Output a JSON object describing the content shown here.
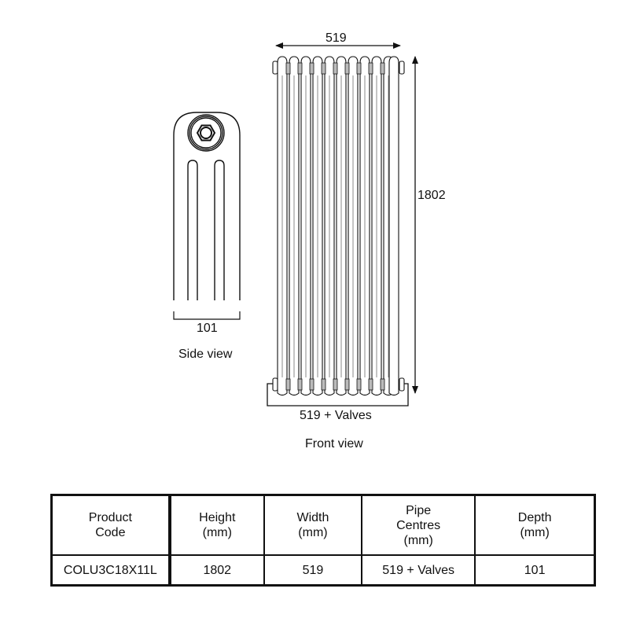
{
  "diagram": {
    "side_view": {
      "caption": "Side view",
      "depth_label": "101"
    },
    "front_view": {
      "caption": "Front view",
      "width_label": "519",
      "height_label": "1802",
      "pipe_centres_label": "519 + Valves",
      "column_count": 11
    }
  },
  "spec_table": {
    "headers": [
      {
        "lines": [
          "Product",
          "Code"
        ]
      },
      {
        "lines": [
          "Height",
          "(mm)"
        ]
      },
      {
        "lines": [
          "Width",
          "(mm)"
        ]
      },
      {
        "lines": [
          "Pipe",
          "Centres",
          "(mm)"
        ]
      },
      {
        "lines": [
          "Depth",
          "(mm)"
        ]
      }
    ],
    "rows": [
      [
        "COLU3C18X11L",
        "1802",
        "519",
        "519 + Valves",
        "101"
      ]
    ]
  },
  "colors": {
    "line": "#111111",
    "background": "#ffffff"
  }
}
